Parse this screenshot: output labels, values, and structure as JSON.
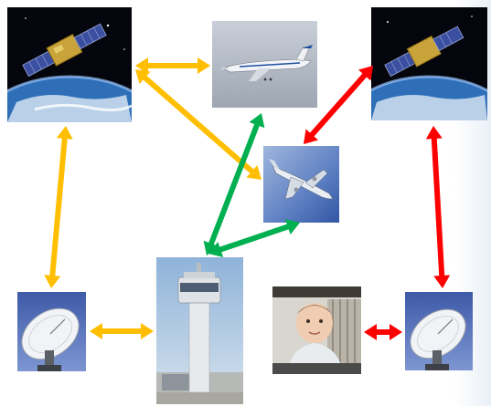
{
  "diagram": {
    "nodes": [
      {
        "id": "satellite-left",
        "kind": "satellite-over-earth"
      },
      {
        "id": "airliner",
        "kind": "passenger-jet-photo"
      },
      {
        "id": "satellite-right",
        "kind": "satellite-over-earth"
      },
      {
        "id": "aircraft-sky",
        "kind": "aircraft-in-sky"
      },
      {
        "id": "ground-antenna-left",
        "kind": "satellite-dish"
      },
      {
        "id": "control-tower",
        "kind": "airport-control-tower"
      },
      {
        "id": "baby-photo",
        "kind": "child-photo"
      },
      {
        "id": "ground-antenna-right",
        "kind": "satellite-dish"
      }
    ],
    "links": [
      {
        "from": "satellite-left",
        "to": "airliner",
        "color": "orange",
        "hex": "#FFBF00",
        "direction": "both"
      },
      {
        "from": "satellite-left",
        "to": "aircraft-sky",
        "color": "orange",
        "hex": "#FFBF00",
        "direction": "both"
      },
      {
        "from": "satellite-left",
        "to": "ground-antenna-left",
        "color": "orange",
        "hex": "#FFBF00",
        "direction": "both"
      },
      {
        "from": "ground-antenna-left",
        "to": "control-tower",
        "color": "orange",
        "hex": "#FFBF00",
        "direction": "both"
      },
      {
        "from": "control-tower",
        "to": "airliner",
        "color": "green",
        "hex": "#00B050",
        "direction": "both"
      },
      {
        "from": "control-tower",
        "to": "aircraft-sky",
        "color": "green",
        "hex": "#00B050",
        "direction": "both"
      },
      {
        "from": "satellite-right",
        "to": "aircraft-sky",
        "color": "red",
        "hex": "#FF0000",
        "direction": "both"
      },
      {
        "from": "satellite-right",
        "to": "ground-antenna-right",
        "color": "red",
        "hex": "#FF0000",
        "direction": "both"
      },
      {
        "from": "baby-photo",
        "to": "ground-antenna-right",
        "color": "red",
        "hex": "#FF0000",
        "direction": "both"
      }
    ],
    "colors": {
      "orange": "#FFBF00",
      "green": "#00B050",
      "red": "#FF0000"
    }
  }
}
